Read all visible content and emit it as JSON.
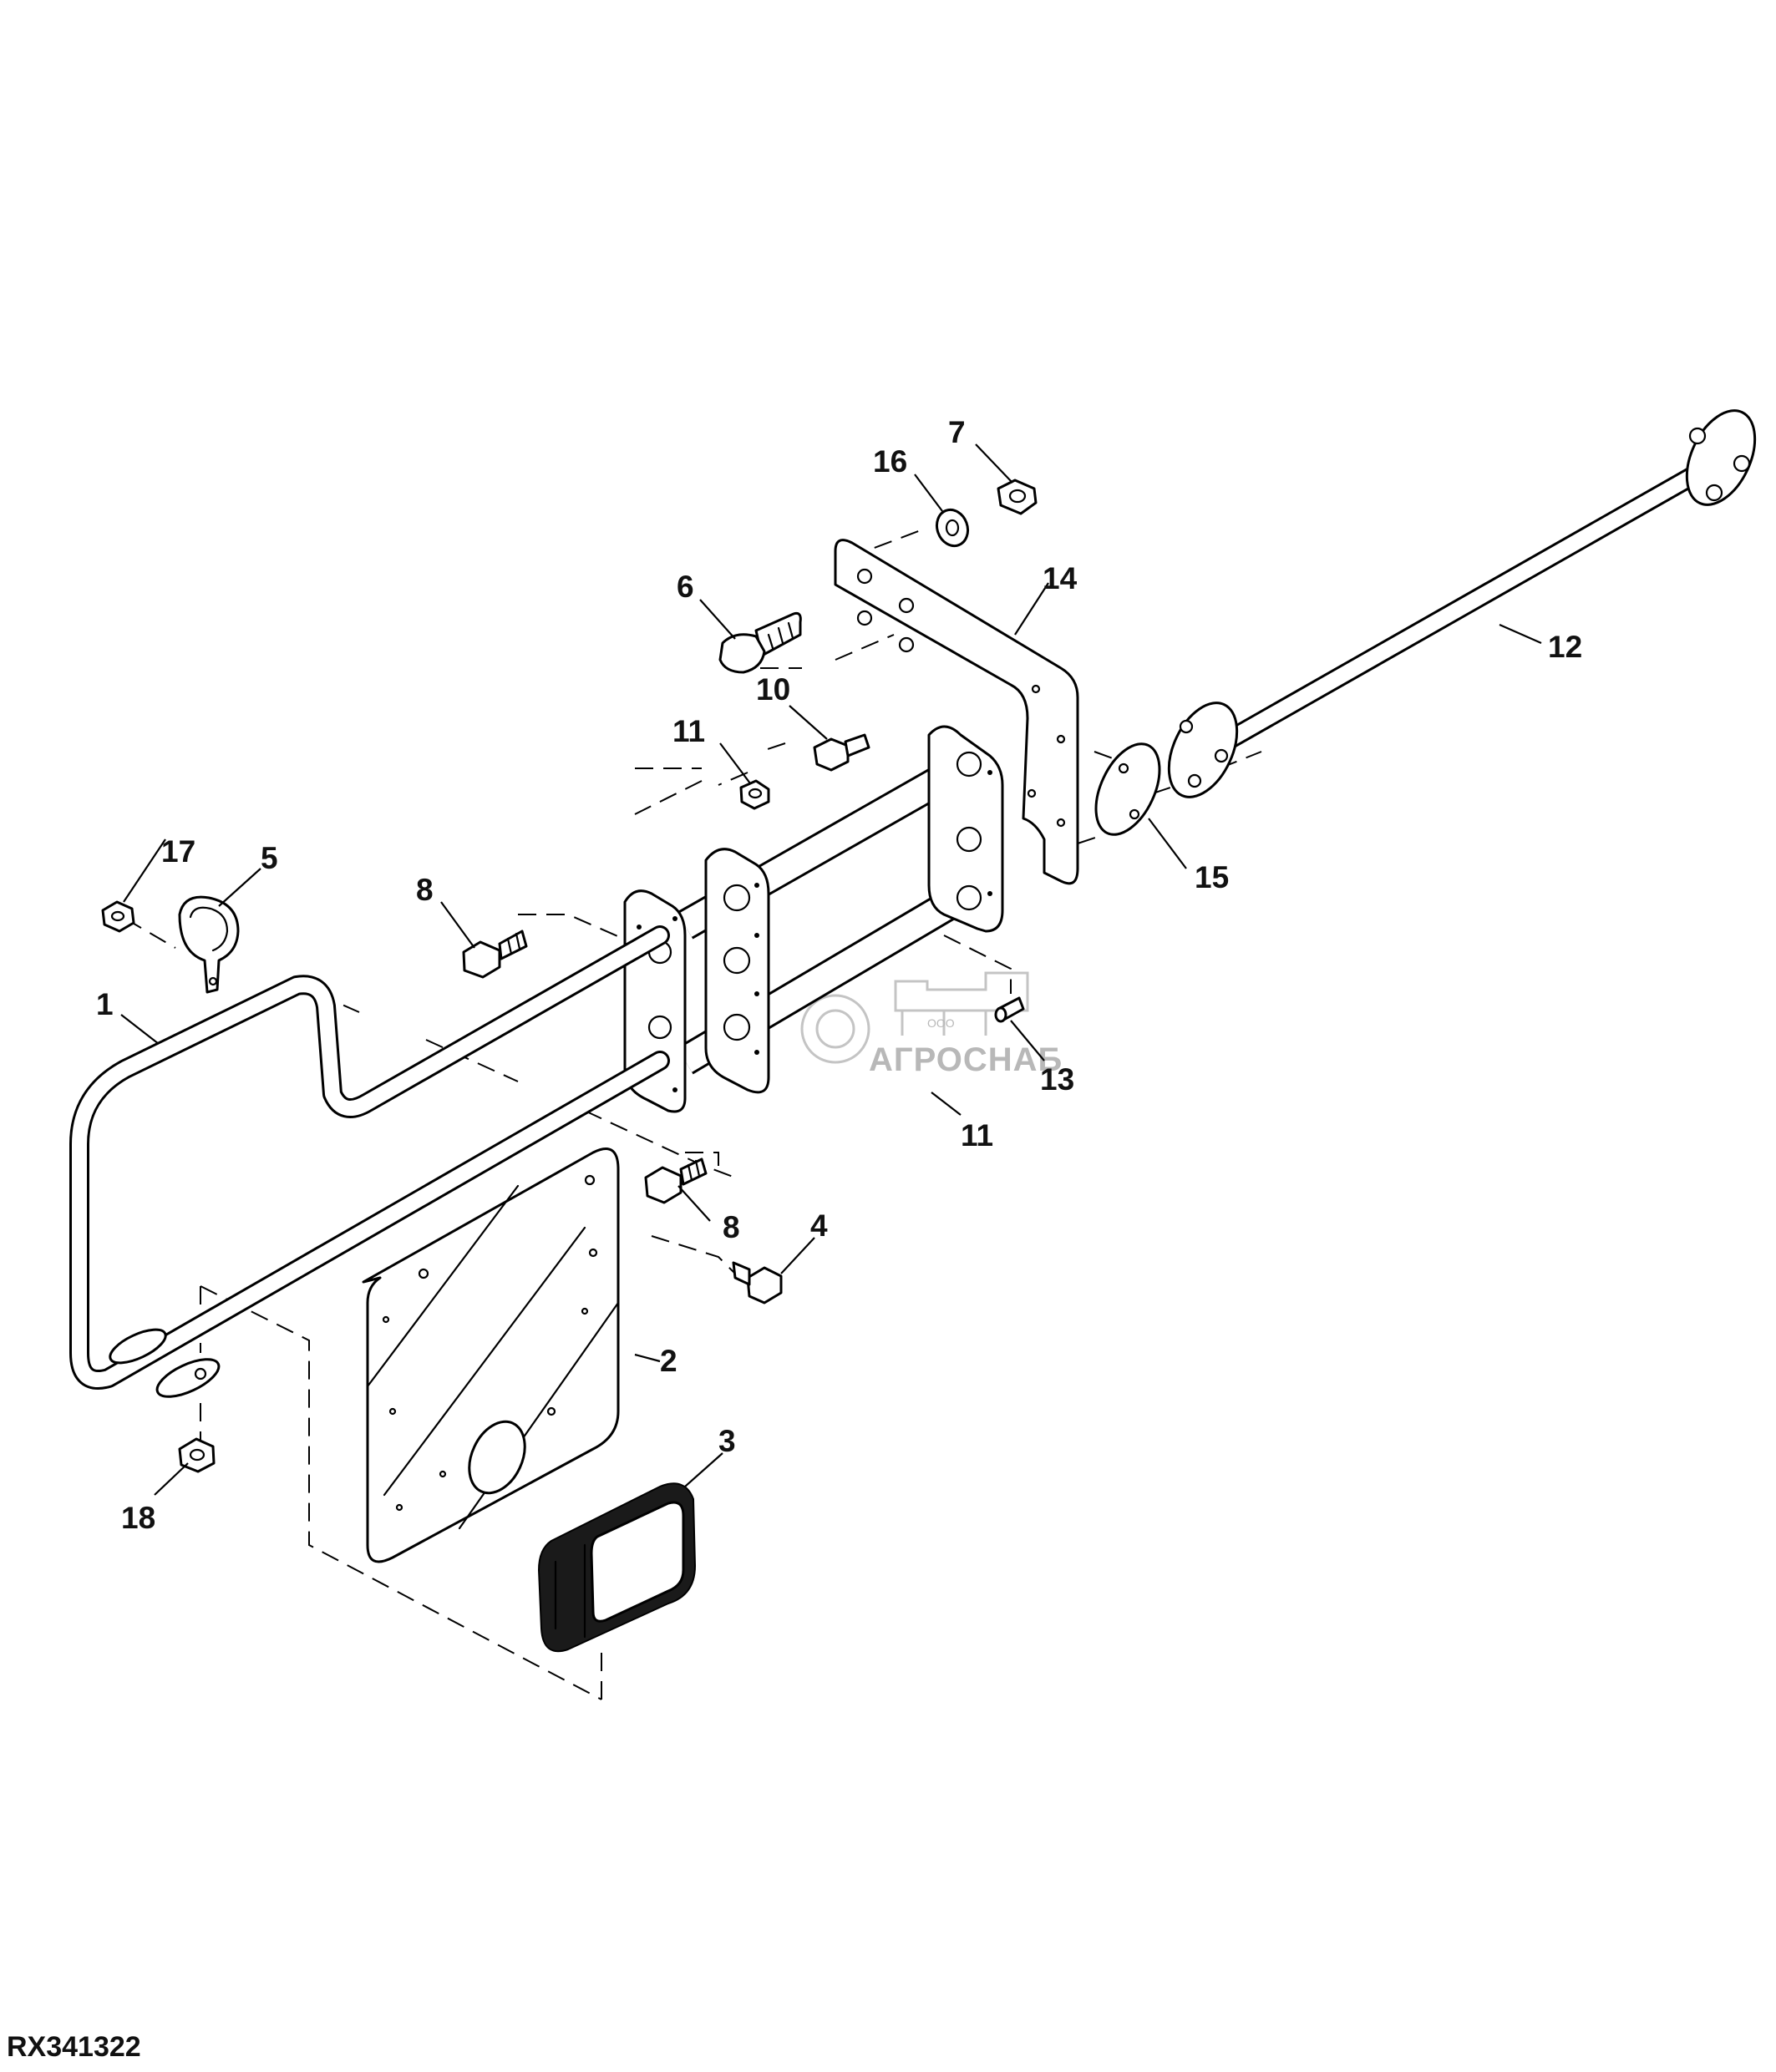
{
  "diagram": {
    "figure_id": "RX341322",
    "watermark": {
      "name": "АГРОСНАБ",
      "prefix": "ООО"
    },
    "callouts": [
      "1",
      "2",
      "3",
      "4",
      "5",
      "6",
      "7",
      "8",
      "8",
      "10",
      "11",
      "11",
      "12",
      "13",
      "14",
      "15",
      "16",
      "17",
      "18"
    ]
  }
}
